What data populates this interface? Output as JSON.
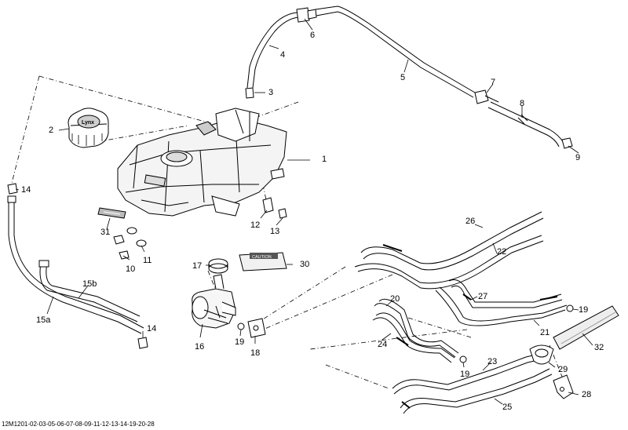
{
  "footer_code": "12M1201-02-03-05-06-07-08-09-11-12-13-14-19-20-28",
  "callouts": {
    "c1": "1",
    "c2": "2",
    "c3": "3",
    "c4": "4",
    "c5": "5",
    "c6": "6",
    "c7": "7",
    "c8": "8",
    "c9": "9",
    "c10": "10",
    "c11": "11",
    "c12": "12",
    "c13": "13",
    "c14_top": "14",
    "c14_bottom": "14",
    "c15a": "15a",
    "c15b": "15b",
    "c16": "16",
    "c17": "17",
    "c18": "18",
    "c19_left": "19",
    "c19_mid": "19",
    "c19_right": "19",
    "c20": "20",
    "c21": "21",
    "c22": "22",
    "c23": "23",
    "c24": "24",
    "c25": "25",
    "c26": "26",
    "c27": "27",
    "c28": "28",
    "c29": "29",
    "c30": "30",
    "c31": "31",
    "c32": "32"
  },
  "cap_logo_text": "Lynx",
  "label_30_text": "CAUTION",
  "colors": {
    "line": "#000000",
    "part_fill": "#ffffff",
    "shade": "#b5b5b5",
    "background": "#ffffff"
  }
}
